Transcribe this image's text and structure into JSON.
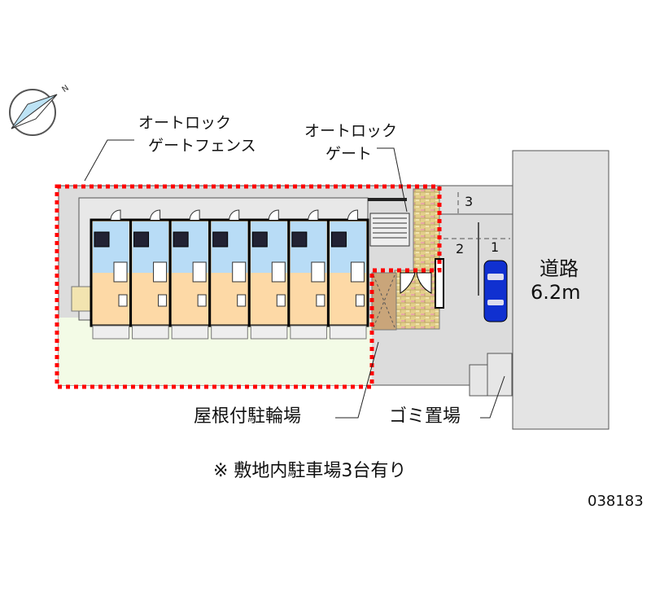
{
  "labels": {
    "autolock_fence_line1": "オートロック",
    "autolock_fence_line2": "ゲートフェンス",
    "autolock_gate_line1": "オートロック",
    "autolock_gate_line2": "ゲート",
    "road_name": "道路",
    "road_width": "6.2m",
    "bicycle_parking": "屋根付駐輪場",
    "garbage": "ゴミ置場",
    "parking_note": "※ 敷地内駐車場3台有り",
    "property_id": "038183",
    "compass_n": "N"
  },
  "parking_spaces": [
    "1",
    "2",
    "3"
  ],
  "units_count": 7,
  "colors": {
    "fence": "#ff0000",
    "wet_area": "#b8dcf6",
    "room": "#fdd9a6",
    "brick": "#e3cf8a",
    "ground": "#dcdcdc",
    "lawn": "#f3fbe6",
    "car": "#1030d0",
    "road": "#e4e4e4"
  }
}
